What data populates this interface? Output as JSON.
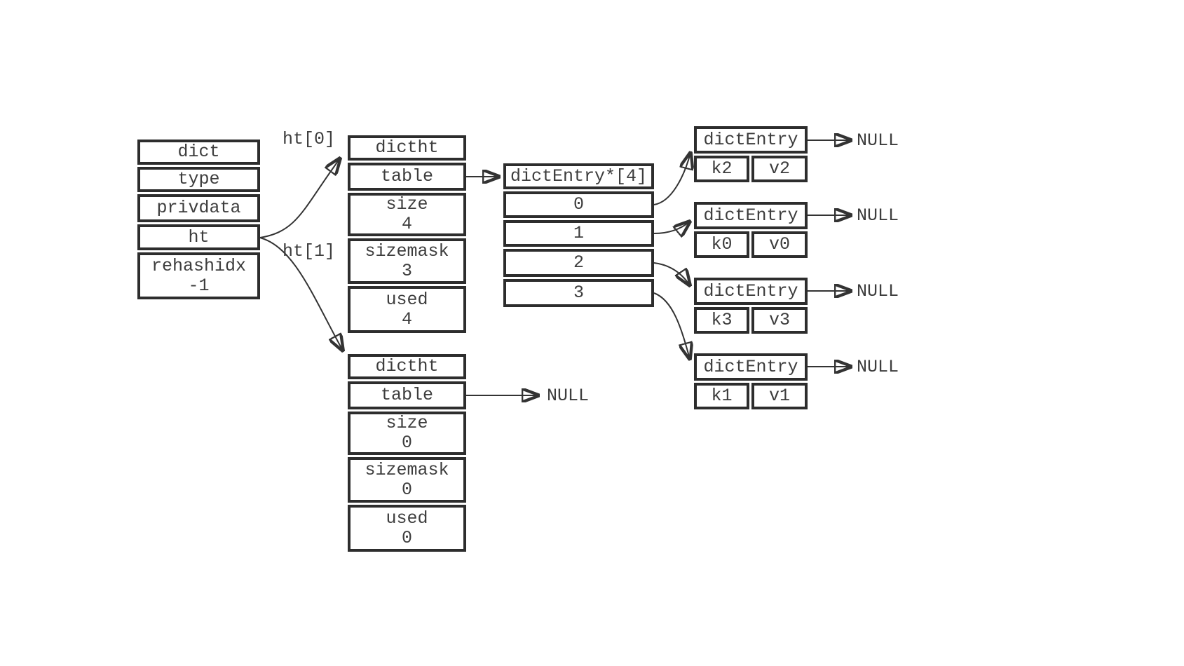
{
  "labels": {
    "ht0": "ht[0]",
    "ht1": "ht[1]"
  },
  "boxes": {
    "dict": {
      "cells": [
        {
          "t": "dict"
        },
        {
          "t": "type"
        },
        {
          "t": "privdata"
        },
        {
          "t": "ht"
        },
        {
          "t": "rehashidx",
          "v": "-1"
        }
      ]
    },
    "ht0": {
      "cells": [
        {
          "t": "dictht"
        },
        {
          "t": "table"
        },
        {
          "t": "size",
          "v": "4"
        },
        {
          "t": "sizemask",
          "v": "3"
        },
        {
          "t": "used",
          "v": "4"
        }
      ]
    },
    "ht1": {
      "cells": [
        {
          "t": "dictht"
        },
        {
          "t": "table"
        },
        {
          "t": "size",
          "v": "0"
        },
        {
          "t": "sizemask",
          "v": "0"
        },
        {
          "t": "used",
          "v": "0"
        }
      ],
      "table_next": "NULL"
    },
    "bucket_array": {
      "cells": [
        {
          "t": "dictEntry*[4]"
        },
        {
          "t": "0"
        },
        {
          "t": "1"
        },
        {
          "t": "2"
        },
        {
          "t": "3"
        }
      ]
    },
    "entries": [
      {
        "title": "dictEntry",
        "key": "k2",
        "value": "v2",
        "next": "NULL"
      },
      {
        "title": "dictEntry",
        "key": "k0",
        "value": "v0",
        "next": "NULL"
      },
      {
        "title": "dictEntry",
        "key": "k3",
        "value": "v3",
        "next": "NULL"
      },
      {
        "title": "dictEntry",
        "key": "k1",
        "value": "v1",
        "next": "NULL"
      }
    ]
  },
  "colors": {
    "background": "#ffffff",
    "border": "#2d2d2d",
    "text": "#3d3d3d",
    "line": "#333333"
  }
}
